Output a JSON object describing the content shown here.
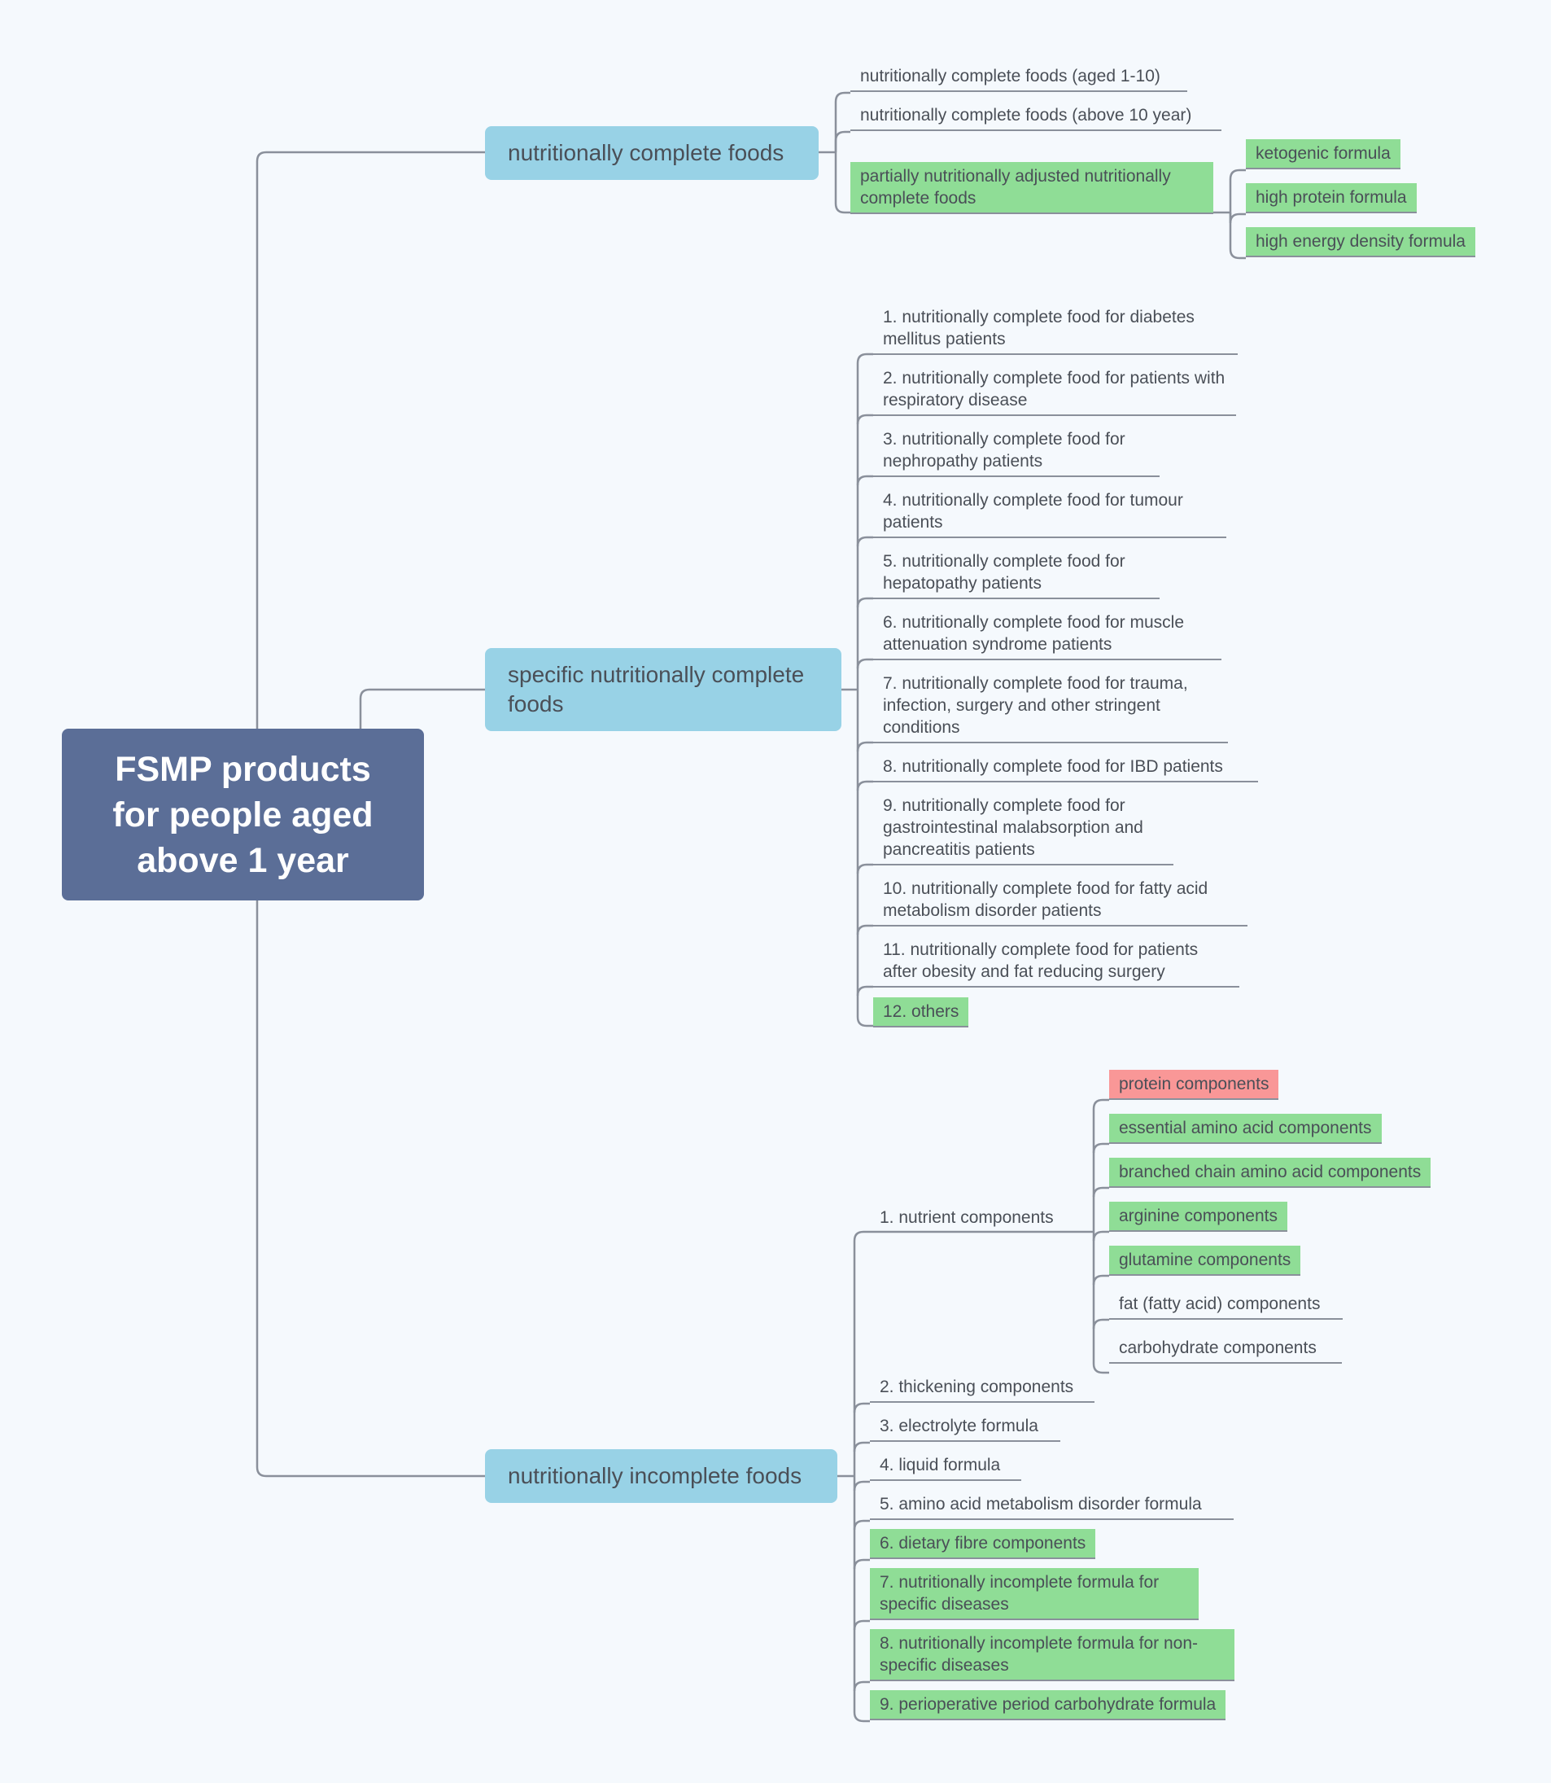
{
  "root": {
    "label": "FSMP products for people aged above 1 year"
  },
  "branches": [
    {
      "label": "nutritionally complete foods",
      "children": [
        {
          "label": "nutritionally complete foods (aged 1-10)"
        },
        {
          "label": "nutritionally complete foods (above 10 year)"
        },
        {
          "label": "partially nutritionally adjusted nutritionally complete foods",
          "highlight": "green",
          "children": [
            {
              "label": "ketogenic formula",
              "highlight": "green"
            },
            {
              "label": "high protein formula",
              "highlight": "green"
            },
            {
              "label": "high energy density formula",
              "highlight": "green"
            }
          ]
        }
      ]
    },
    {
      "label": "specific nutritionally complete foods",
      "children": [
        {
          "label": " 1. nutritionally complete food for diabetes mellitus patients"
        },
        {
          "label": " 2. nutritionally complete food for patients with respiratory disease"
        },
        {
          "label": "3. nutritionally complete food for nephropathy patients"
        },
        {
          "label": "4. nutritionally complete food for tumour patients"
        },
        {
          "label": "5. nutritionally complete food for hepatopathy patients"
        },
        {
          "label": "6. nutritionally complete food for muscle attenuation syndrome patients"
        },
        {
          "label": "7. nutritionally complete food for trauma, infection, surgery and other stringent conditions"
        },
        {
          "label": "8. nutritionally complete food for IBD patients"
        },
        {
          "label": "9.  nutritionally complete food for gastrointestinal malabsorption and pancreatitis patients"
        },
        {
          "label": "10. nutritionally complete food for fatty acid metabolism disorder patients"
        },
        {
          "label": "11. nutritionally complete food for patients after obesity and fat reducing surgery"
        },
        {
          "label": "12. others",
          "highlight": "green"
        }
      ]
    },
    {
      "label": "nutritionally incomplete foods",
      "children": [
        {
          "label": "1. nutrient components",
          "children": [
            {
              "label": "protein components",
              "highlight": "red"
            },
            {
              "label": "essential amino acid components",
              "highlight": "green"
            },
            {
              "label": "branched chain amino acid components",
              "highlight": "green"
            },
            {
              "label": "arginine components",
              "highlight": "green"
            },
            {
              "label": "glutamine components",
              "highlight": "green"
            },
            {
              "label": "fat (fatty acid) components"
            },
            {
              "label": "carbohydrate components"
            }
          ]
        },
        {
          "label": "2. thickening components"
        },
        {
          "label": "3. electrolyte formula"
        },
        {
          "label": "4. liquid formula"
        },
        {
          "label": "5. amino acid metabolism disorder formula"
        },
        {
          "label": "6. dietary fibre components",
          "highlight": "green"
        },
        {
          "label": "7. nutritionally incomplete formula for specific diseases",
          "highlight": "green"
        },
        {
          "label": "8. nutritionally incomplete formula for non-specific diseases",
          "highlight": "green"
        },
        {
          "label": "9. perioperative period carbohydrate formula",
          "highlight": "green"
        }
      ]
    }
  ],
  "colors": {
    "background": "#f5f9fd",
    "root": "#5b6e97",
    "branch": "#98d2e6",
    "highlight_green": "#8fdd96",
    "highlight_red": "#f99797",
    "connector": "#8a909b",
    "text": "#4a4f57"
  }
}
